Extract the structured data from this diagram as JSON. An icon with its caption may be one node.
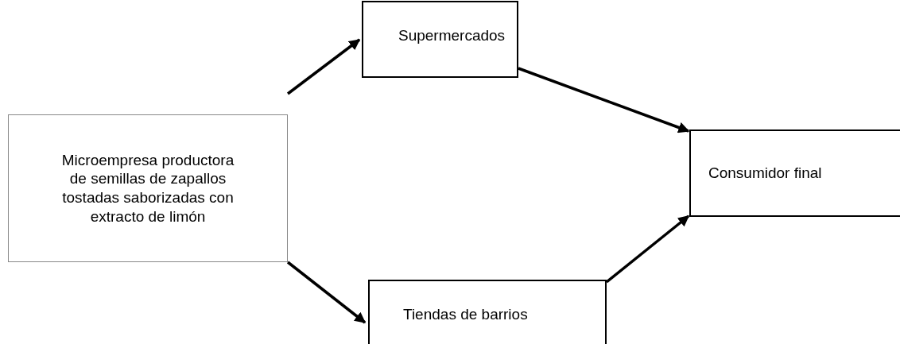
{
  "diagram": {
    "nodes": [
      {
        "text": [
          "Microempresa productora de semillas de zapallos tostadas saborizadas con extracto de limón"
        ]
      },
      {
        "text": [
          "Supermercados"
        ]
      },
      {
        "text": [
          "Tiendas de barrios"
        ]
      },
      {
        "text": [
          "Consumidor final"
        ]
      }
    ],
    "edges": [
      {
        "from": 0,
        "to": 1,
        "arrow": "to"
      },
      {
        "from": 1,
        "to": 3,
        "arrow": "to"
      },
      {
        "from": 0,
        "to": 2,
        "arrow": "to"
      },
      {
        "from": 2,
        "to": 3,
        "arrow": "to"
      }
    ]
  }
}
